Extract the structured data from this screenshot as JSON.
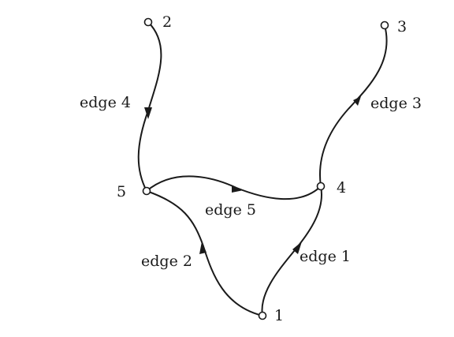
{
  "graph": {
    "nodes": [
      {
        "id": "2",
        "label": "2"
      },
      {
        "id": "3",
        "label": "3"
      },
      {
        "id": "5",
        "label": "5"
      },
      {
        "id": "4",
        "label": "4"
      },
      {
        "id": "1",
        "label": "1"
      }
    ],
    "edges": [
      {
        "id": "edge4",
        "label": "edge 4",
        "from": "2",
        "to": "5"
      },
      {
        "id": "edge3",
        "label": "edge 3",
        "from": "4",
        "to": "3"
      },
      {
        "id": "edge5",
        "label": "edge 5",
        "from": "5",
        "to": "4"
      },
      {
        "id": "edge2",
        "label": "edge 2",
        "from": "1",
        "to": "5"
      },
      {
        "id": "edge1",
        "label": "edge 1",
        "from": "1",
        "to": "4"
      }
    ]
  }
}
